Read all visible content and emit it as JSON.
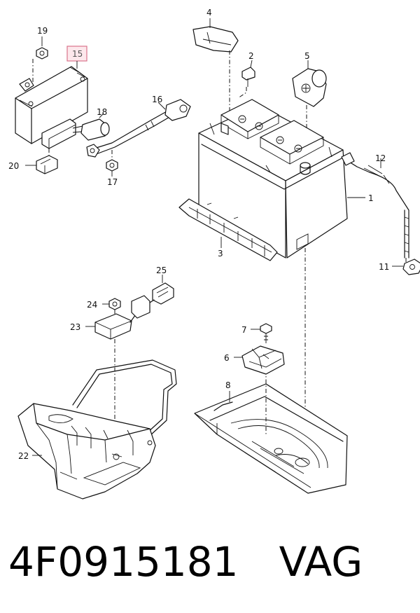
{
  "diagram": {
    "labels": {
      "p1": "1",
      "p2": "2",
      "p3": "3",
      "p4": "4",
      "p5": "5",
      "p6": "6",
      "p7": "7",
      "p8": "8",
      "p11": "11",
      "p12": "12",
      "p15": "15",
      "p16": "16",
      "p17": "17",
      "p18": "18",
      "p19": "19",
      "p20": "20",
      "p22": "22",
      "p23": "23",
      "p24": "24",
      "p25": "25"
    },
    "highlighted_part": "15",
    "highlight_color": "#fde8ec",
    "highlight_border": "#d9738b"
  },
  "caption": {
    "part_number": "4F0915181",
    "brand": "VAG"
  }
}
